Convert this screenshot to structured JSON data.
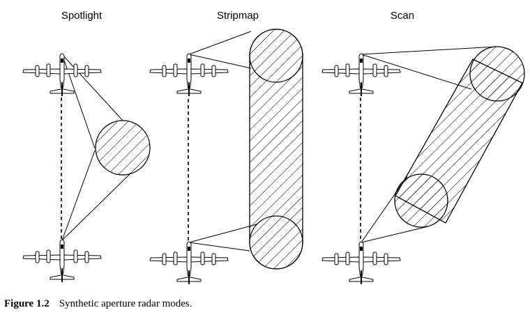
{
  "modes": [
    {
      "id": "spotlight",
      "title": "Spotlight"
    },
    {
      "id": "stripmap",
      "title": "Stripmap"
    },
    {
      "id": "scan",
      "title": "Scan"
    }
  ],
  "caption": {
    "label": "Figure 1.2",
    "text": "Synthetic aperture radar modes."
  }
}
